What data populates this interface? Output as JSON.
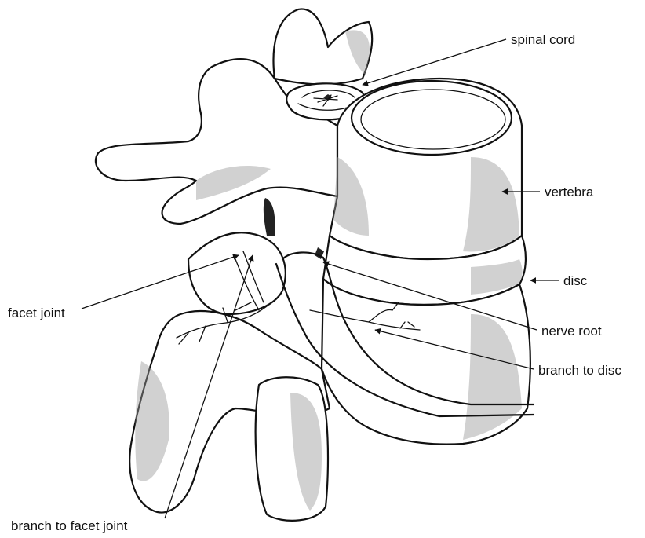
{
  "labels": {
    "spinal_cord": "spinal cord",
    "vertebra": "vertebra",
    "disc": "disc",
    "facet_joint": "facet joint",
    "nerve_root": "nerve root",
    "branch_to_disc": "branch to disc",
    "branch_to_facet_joint": "branch to facet joint"
  }
}
